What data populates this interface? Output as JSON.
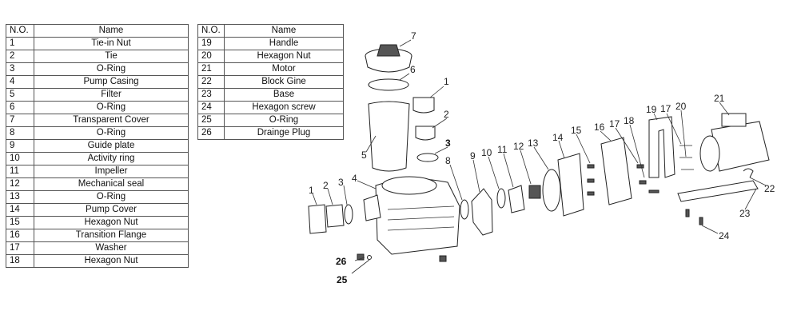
{
  "table_left": {
    "headers": {
      "no": "N.O.",
      "name": "Name"
    },
    "rows": [
      {
        "no": "1",
        "name": "Tie-in Nut"
      },
      {
        "no": "2",
        "name": "Tie"
      },
      {
        "no": "3",
        "name": "O-Ring"
      },
      {
        "no": "4",
        "name": "Pump Casing"
      },
      {
        "no": "5",
        "name": "Filter"
      },
      {
        "no": "6",
        "name": "O-Ring"
      },
      {
        "no": "7",
        "name": "Transparent Cover"
      },
      {
        "no": "8",
        "name": "O-Ring"
      },
      {
        "no": "9",
        "name": "Guide plate"
      },
      {
        "no": "10",
        "name": "Activity ring"
      },
      {
        "no": "11",
        "name": "Impeller"
      },
      {
        "no": "12",
        "name": "Mechanical seal"
      },
      {
        "no": "13",
        "name": "O-Ring"
      },
      {
        "no": "14",
        "name": "Pump Cover"
      },
      {
        "no": "15",
        "name": "Hexagon Nut"
      },
      {
        "no": "16",
        "name": "Transition Flange"
      },
      {
        "no": "17",
        "name": "Washer"
      },
      {
        "no": "18",
        "name": "Hexagon Nut"
      }
    ]
  },
  "table_right": {
    "headers": {
      "no": "N.O.",
      "name": "Name"
    },
    "rows": [
      {
        "no": "19",
        "name": "Handle"
      },
      {
        "no": "20",
        "name": "Hexagon Nut"
      },
      {
        "no": "21",
        "name": "Motor"
      },
      {
        "no": "22",
        "name": "Block Gine"
      },
      {
        "no": "23",
        "name": "Base"
      },
      {
        "no": "24",
        "name": "Hexagon screw"
      },
      {
        "no": "25",
        "name": "O-Ring"
      },
      {
        "no": "26",
        "name": "Drainge Plug"
      }
    ]
  },
  "callouts": [
    "1",
    "2",
    "3",
    "4",
    "5",
    "6",
    "7",
    "8",
    "9",
    "10",
    "11",
    "12",
    "13",
    "14",
    "15",
    "16",
    "17",
    "18",
    "19",
    "17",
    "20",
    "21",
    "22",
    "23",
    "24",
    "25",
    "26"
  ]
}
